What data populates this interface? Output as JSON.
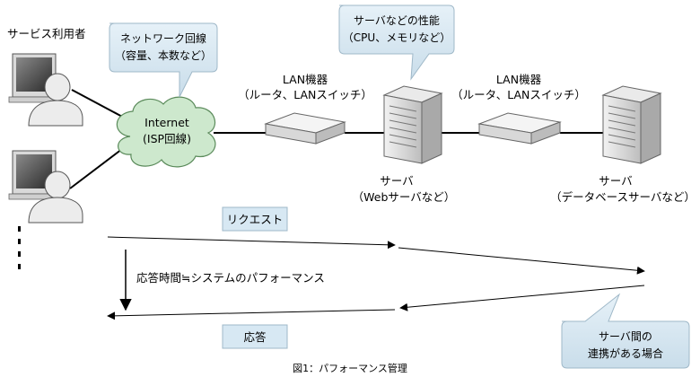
{
  "diagram": {
    "users_label": "サービス利用者",
    "callouts": {
      "network": [
        "ネットワーク回線",
        "（容量、本数など）"
      ],
      "server_perf": [
        "サーバなどの性能",
        "（CPU、メモリなど）"
      ],
      "server_link": [
        "サーバ間の",
        "連携がある場合"
      ]
    },
    "internet": [
      "Internet",
      "(ISP回線)"
    ],
    "lan_device_1": [
      "LAN機器",
      "（ルータ、LANスイッチ）"
    ],
    "lan_device_2": [
      "LAN機器",
      "（ルータ、LANスイッチ）"
    ],
    "server_web": [
      "サーバ",
      "（Webサーバなど）"
    ],
    "server_db": [
      "サーバ",
      "（データベースサーバなど）"
    ],
    "request_label": "リクエスト",
    "response_label": "応答",
    "response_time_label": "応答時間≒システムのパフォーマンス",
    "caption": "図1：パフォーマンス管理",
    "colors": {
      "callout_fill": "#d7e8f3",
      "callout_stroke": "#9fb8c8",
      "cloud_fill": "#cde8cd",
      "cloud_stroke": "#5a8a5a"
    }
  }
}
